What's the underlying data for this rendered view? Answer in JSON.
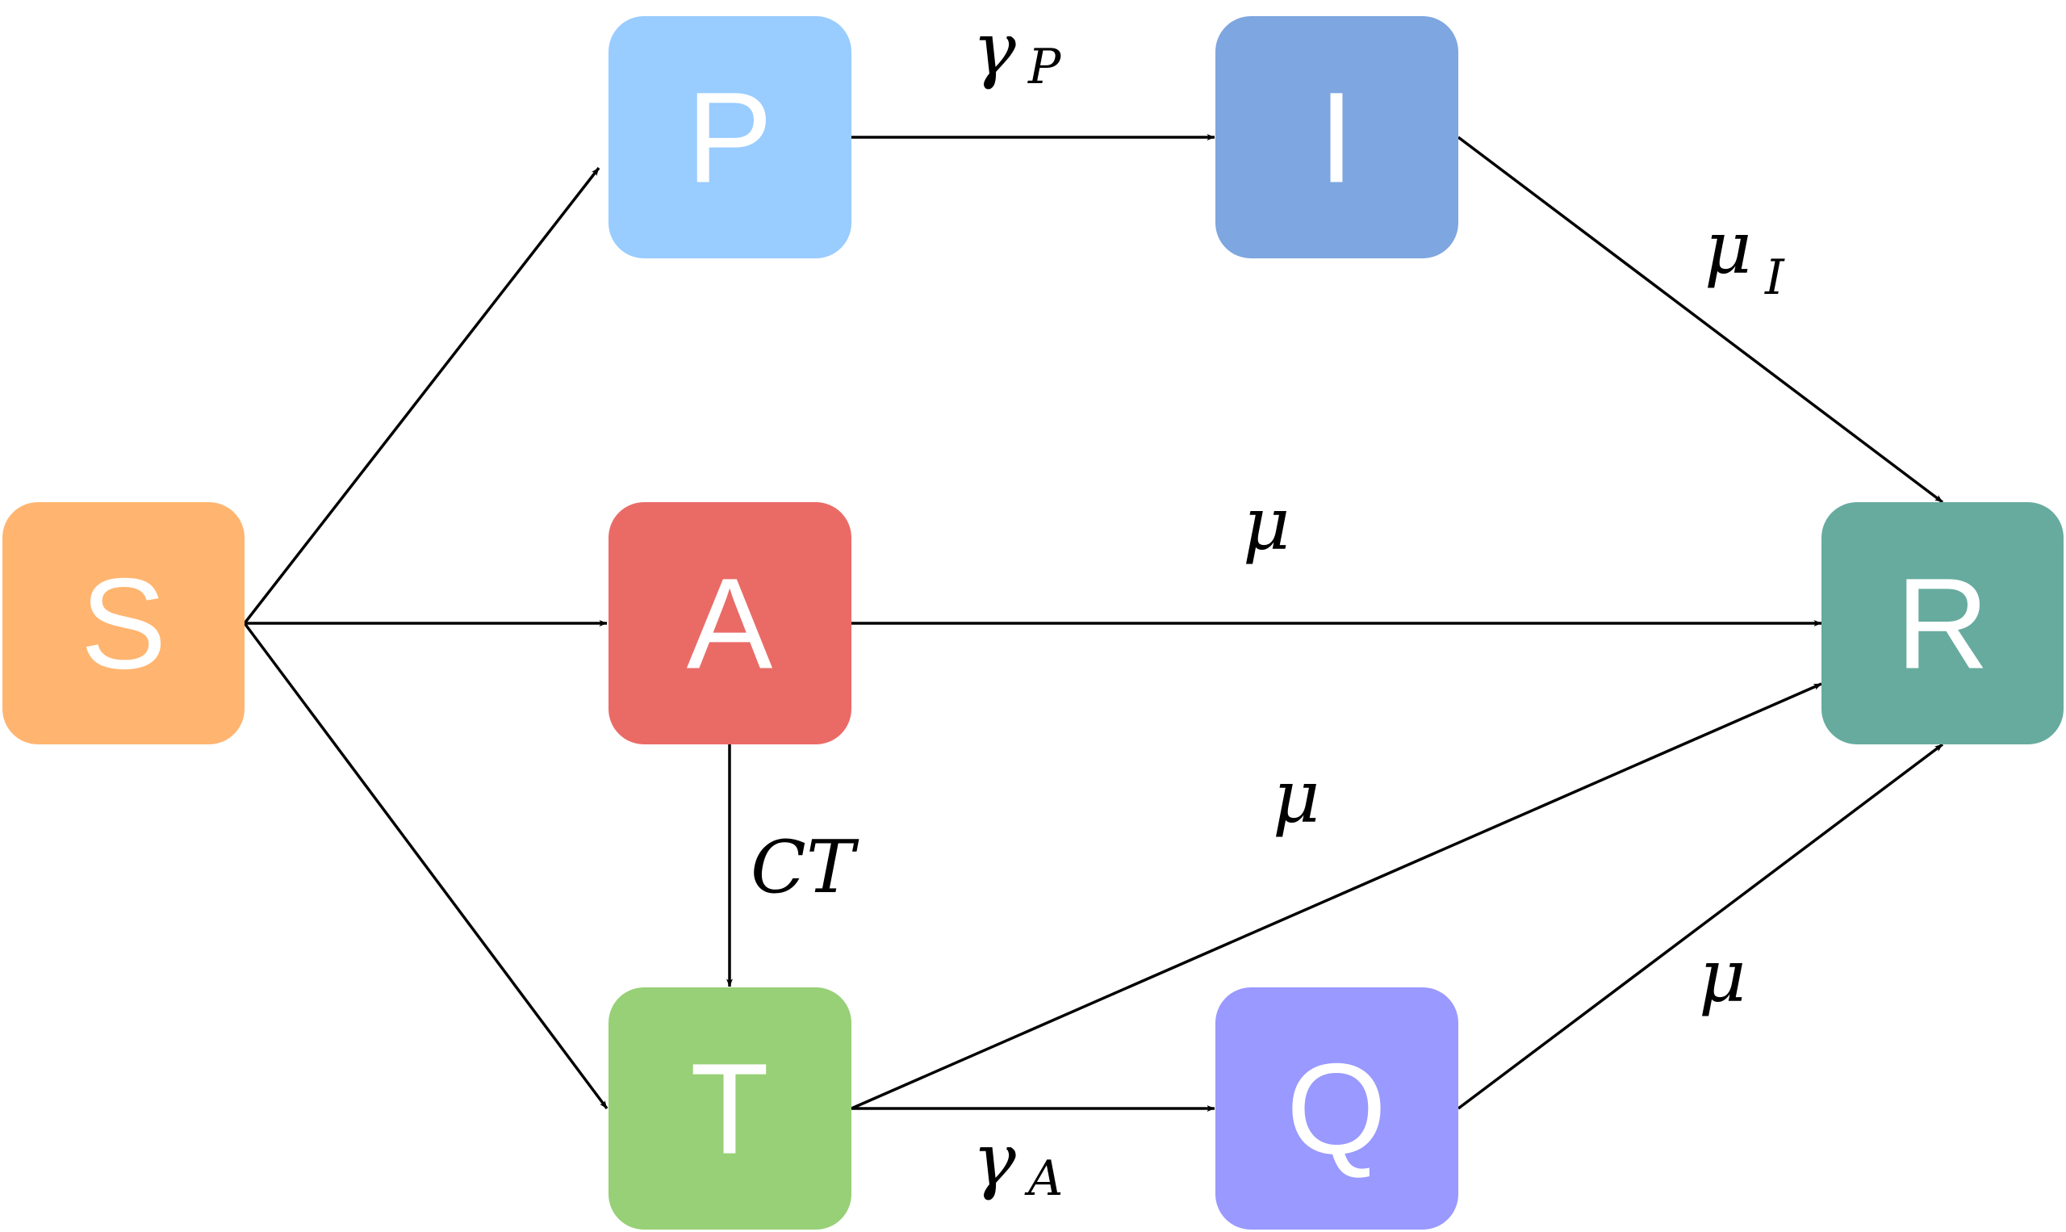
{
  "nodes": [
    {
      "id": "S",
      "label": "S",
      "color": "#FFB570"
    },
    {
      "id": "P",
      "label": "P",
      "color": "#99CCFF"
    },
    {
      "id": "I",
      "label": "I",
      "color": "#7EA6E0"
    },
    {
      "id": "A",
      "label": "A",
      "color": "#EA6B66"
    },
    {
      "id": "R",
      "label": "R",
      "color": "#67AB9F"
    },
    {
      "id": "T",
      "label": "T",
      "color": "#97D077"
    },
    {
      "id": "Q",
      "label": "Q",
      "color": "#9999FF"
    }
  ],
  "edges": [
    {
      "from": "S",
      "to": "P"
    },
    {
      "from": "S",
      "to": "A"
    },
    {
      "from": "S",
      "to": "T"
    },
    {
      "from": "P",
      "to": "I"
    },
    {
      "from": "I",
      "to": "R"
    },
    {
      "from": "A",
      "to": "R"
    },
    {
      "from": "A",
      "to": "T"
    },
    {
      "from": "T",
      "to": "R"
    },
    {
      "from": "T",
      "to": "Q"
    },
    {
      "from": "Q",
      "to": "R"
    }
  ],
  "labels": {
    "gamma_p": {
      "main": "γ",
      "sub": "P"
    },
    "mu_i": {
      "main": "μ",
      "sub": "I"
    },
    "mu_ar": {
      "main": "μ"
    },
    "ct": {
      "main": "CT"
    },
    "mu_tr": {
      "main": "μ"
    },
    "mu_qr": {
      "main": "μ"
    },
    "gamma_a": {
      "main": "γ",
      "sub": "A"
    }
  }
}
